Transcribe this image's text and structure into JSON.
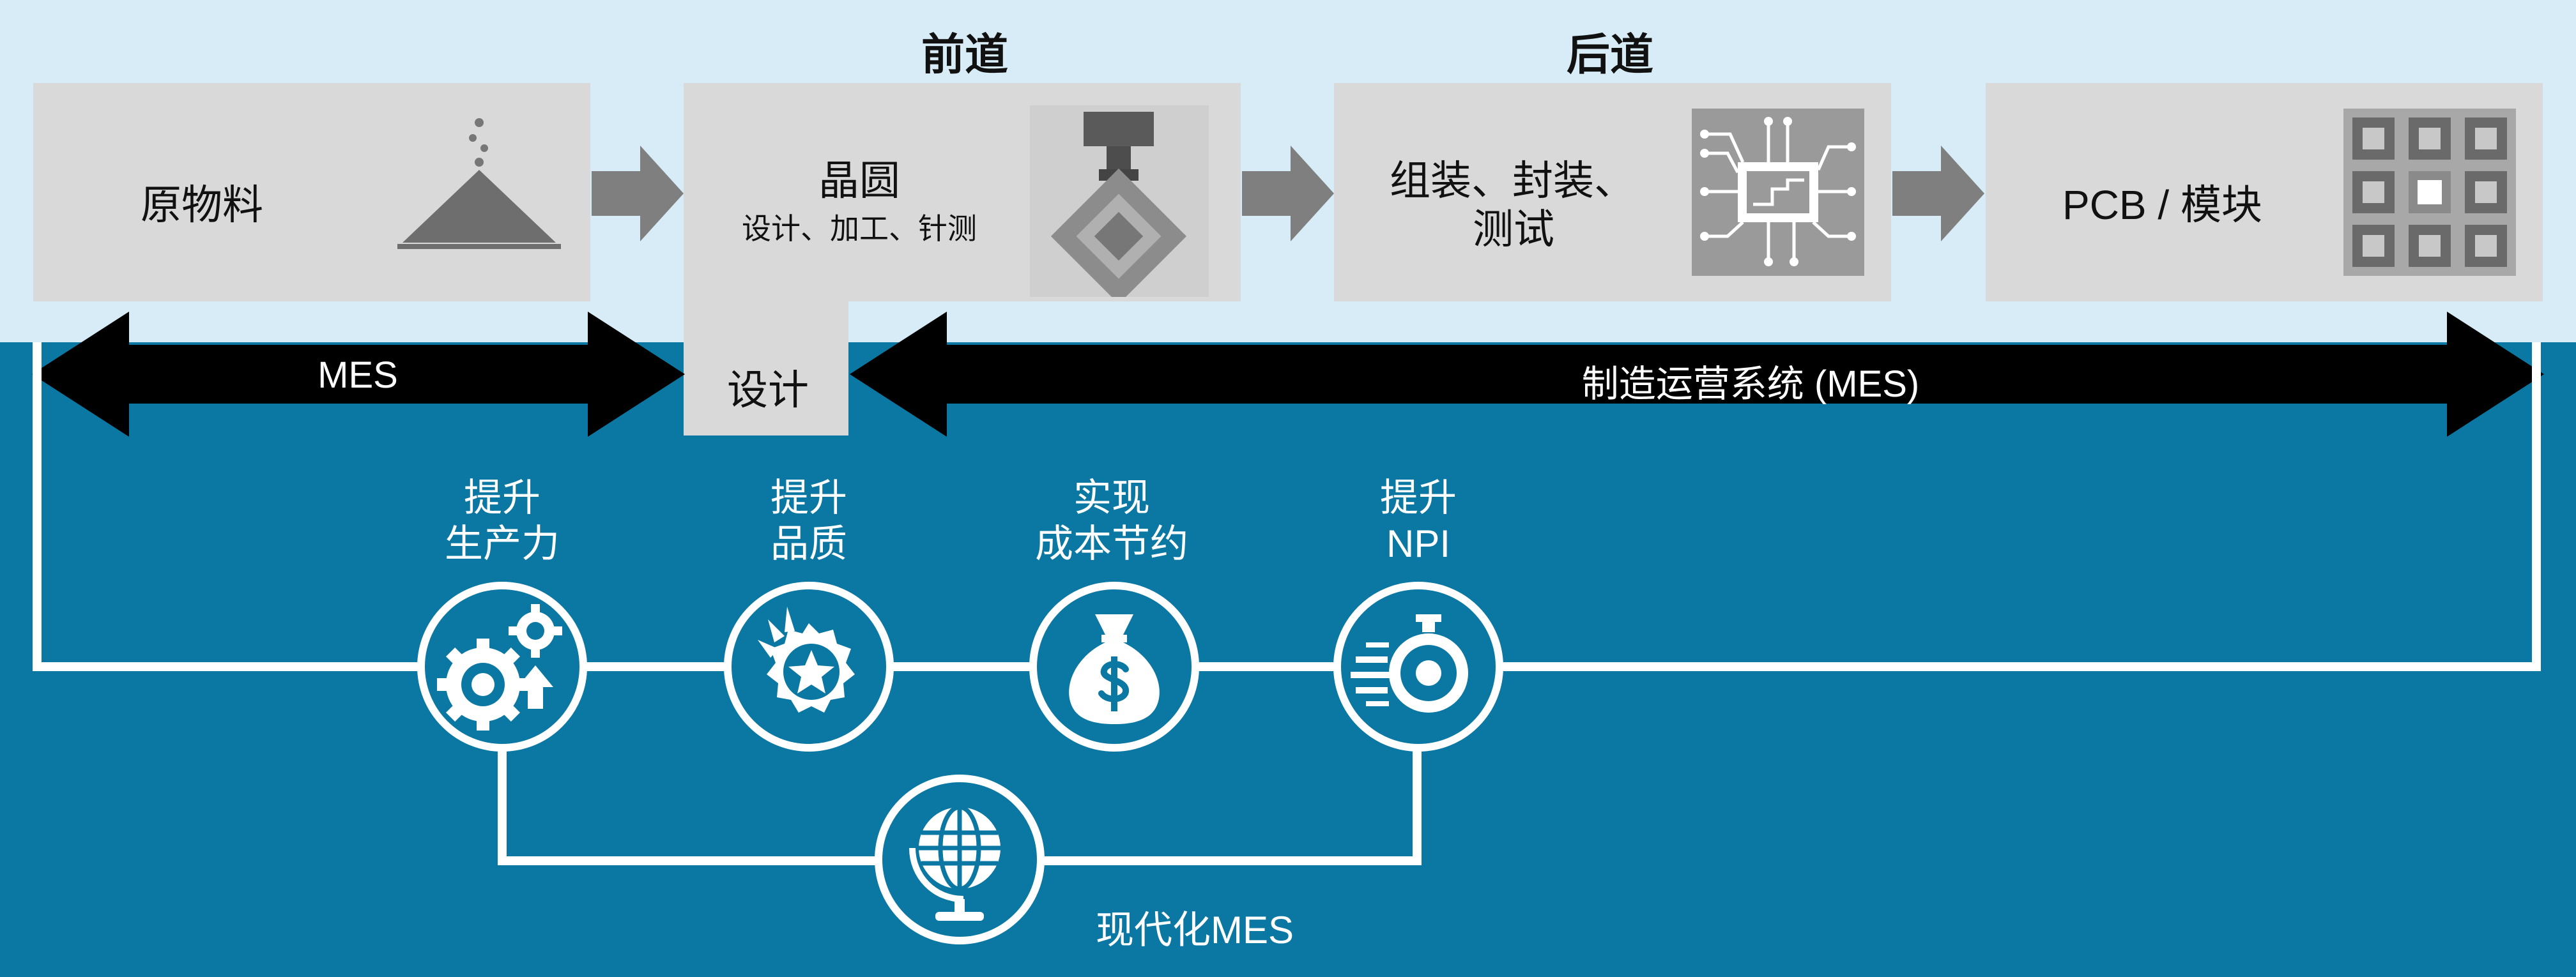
{
  "stages": {
    "front": "前道",
    "back": "后道"
  },
  "process": {
    "raw_material": "原物料",
    "wafer_title": "晶圆",
    "wafer_sub": "设计、加工、针测",
    "assembly_line1": "组装、封装、",
    "assembly_line2": "测试",
    "pcb": "PCB / 模块"
  },
  "design_label": "设计",
  "arrows": {
    "left": "MES",
    "right": "制造运营系统 (MES)"
  },
  "benefits": [
    {
      "line1": "提升",
      "line2": "生产力",
      "icon": "gears-up-icon"
    },
    {
      "line1": "提升",
      "line2": "品质",
      "icon": "quality-badge-icon"
    },
    {
      "line1": "实现",
      "line2": "成本节约",
      "icon": "money-bag-icon"
    },
    {
      "line1": "提升",
      "line2": "NPI",
      "icon": "stopwatch-icon"
    }
  ],
  "modern": "现代化MES",
  "colors": {
    "light_band": "#d7ecf6",
    "dark_band": "#0b78a3",
    "box_gray": "#d9d9d9",
    "flow_arrow": "#7f7f7f"
  }
}
